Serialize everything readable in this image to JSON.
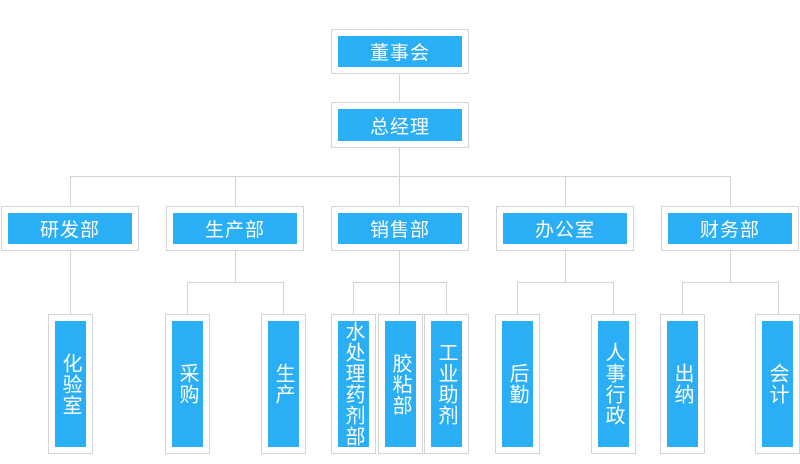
{
  "org_chart": {
    "root": "董事会",
    "manager": "总经理",
    "departments": [
      {
        "name": "研发部",
        "units": [
          "化验室"
        ]
      },
      {
        "name": "生产部",
        "units": [
          "采购",
          "生产"
        ]
      },
      {
        "name": "销售部",
        "units": [
          "水处理药剂部",
          "胶粘部",
          "工业助剂"
        ]
      },
      {
        "name": "办公室",
        "units": [
          "后勤",
          "人事行政"
        ]
      },
      {
        "name": "财务部",
        "units": [
          "出纳",
          "会计"
        ]
      }
    ]
  },
  "colors": {
    "box_fill": "#2aaef5",
    "box_border": "#d4d4d4",
    "connector": "#d4d4d4",
    "text": "#ffffff"
  }
}
